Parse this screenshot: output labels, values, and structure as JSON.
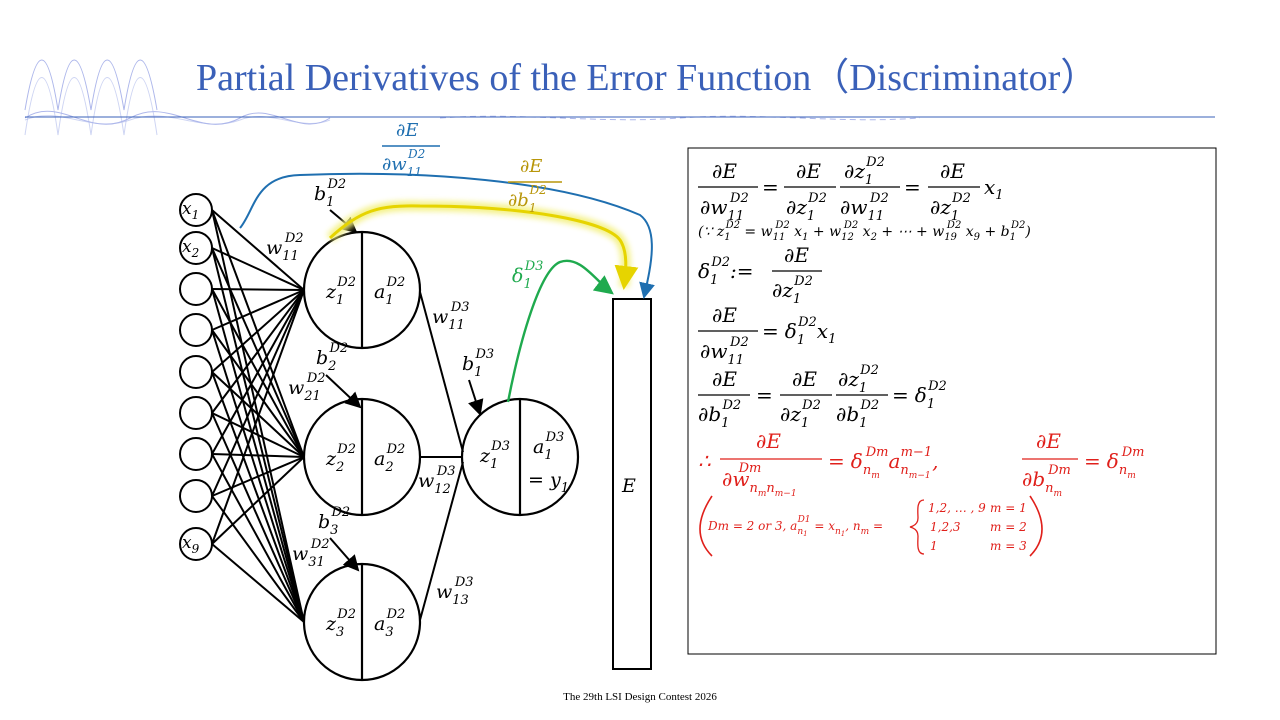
{
  "slide": {
    "title": "Partial Derivatives of the Error Function（Discriminator）",
    "footer": "The 29th LSI Design Contest 2026"
  },
  "diagram": {
    "input_nodes": [
      {
        "label": "x",
        "sub": "1"
      },
      {
        "label": "x",
        "sub": "2"
      },
      {
        "label": "",
        "sub": ""
      },
      {
        "label": "",
        "sub": ""
      },
      {
        "label": "",
        "sub": ""
      },
      {
        "label": "",
        "sub": ""
      },
      {
        "label": "",
        "sub": ""
      },
      {
        "label": "",
        "sub": ""
      },
      {
        "label": "x",
        "sub": "9"
      }
    ],
    "hidden_nodes": [
      {
        "z": "z",
        "z_sub": "1",
        "z_sup": "D2",
        "a": "a",
        "a_sub": "1",
        "a_sup": "D2"
      },
      {
        "z": "z",
        "z_sub": "2",
        "z_sup": "D2",
        "a": "a",
        "a_sub": "2",
        "a_sup": "D2"
      },
      {
        "z": "z",
        "z_sub": "3",
        "z_sup": "D2",
        "a": "a",
        "a_sub": "3",
        "a_sup": "D2"
      }
    ],
    "output_node": {
      "z": "z",
      "z_sub": "1",
      "z_sup": "D3",
      "a": "a",
      "a_sub": "1",
      "a_sup": "D3",
      "eq": "= y",
      "eq_sub": "1"
    },
    "error_box": "E",
    "hidden_weights": [
      {
        "w": "w",
        "sub": "11",
        "sup": "D2"
      },
      {
        "w": "w",
        "sub": "21",
        "sup": "D2"
      },
      {
        "w": "w",
        "sub": "31",
        "sup": "D2"
      }
    ],
    "hidden_biases": [
      {
        "b": "b",
        "sub": "1",
        "sup": "D2"
      },
      {
        "b": "b",
        "sub": "2",
        "sup": "D2"
      },
      {
        "b": "b",
        "sub": "3",
        "sup": "D2"
      }
    ],
    "output_weights": [
      {
        "w": "w",
        "sub": "11",
        "sup": "D3"
      },
      {
        "w": "w",
        "sub": "12",
        "sup": "D3"
      },
      {
        "w": "w",
        "sub": "13",
        "sup": "D3"
      }
    ],
    "output_bias": {
      "b": "b",
      "sub": "1",
      "sup": "D3"
    },
    "arrow_labels": {
      "dw": {
        "num": "∂E",
        "den": "∂w",
        "sub": "11",
        "sup": "D2",
        "color": "#1f6fb0"
      },
      "db": {
        "num": "∂E",
        "den": "∂b",
        "sub": "1",
        "sup": "D2",
        "color": "#b8960a"
      },
      "delta": {
        "sym": "δ",
        "sub": "1",
        "sup": "D3",
        "color": "#1faa4e"
      }
    }
  },
  "equations": {
    "partial": "∂",
    "E": "E",
    "x": "x",
    "one": "1",
    "eq": "=",
    "def": ":=",
    "delta": "δ",
    "w": "w",
    "z": "z",
    "b": "b",
    "a": "a",
    "sup_d2": "D2",
    "sub_11": "11",
    "sub_1": "1",
    "because_line": "(∵ z",
    "because_rest_1": " = w",
    "because_x1": " x",
    "because_plus_w12": " + w",
    "because_x2": " x",
    "because_dots": " + ⋯ + w",
    "because_x9": " x",
    "because_plus_b": " + b",
    "because_close": ")",
    "sup_d2_small": "D2",
    "sub_12": "12",
    "sub_19": "19",
    "sub_2": "2",
    "sub_9": "9",
    "therefore": "∴",
    "sup_dm": "Dm",
    "sup_m_minus_1": "m−1",
    "sub_nm": "n",
    "sub_m": "m",
    "sub_nm1": "n",
    "sub_m1": "m−1",
    "comma": ",",
    "red_color": "#e0201b",
    "cond_dm": "Dm = 2 or 3, a",
    "cond_sup_d1": "D1",
    "cond_sub_n1": "n",
    "cond_sub_1": "1",
    "cond_eq_x": " = x",
    "cond_comma_n": ", n",
    "cond_eq": " =",
    "cases": [
      {
        "values": "1,2, … , 9",
        "cond": "m = 1"
      },
      {
        "values": "1,2,3",
        "cond": "m = 2"
      },
      {
        "values": "1",
        "cond": "m = 3"
      }
    ]
  }
}
